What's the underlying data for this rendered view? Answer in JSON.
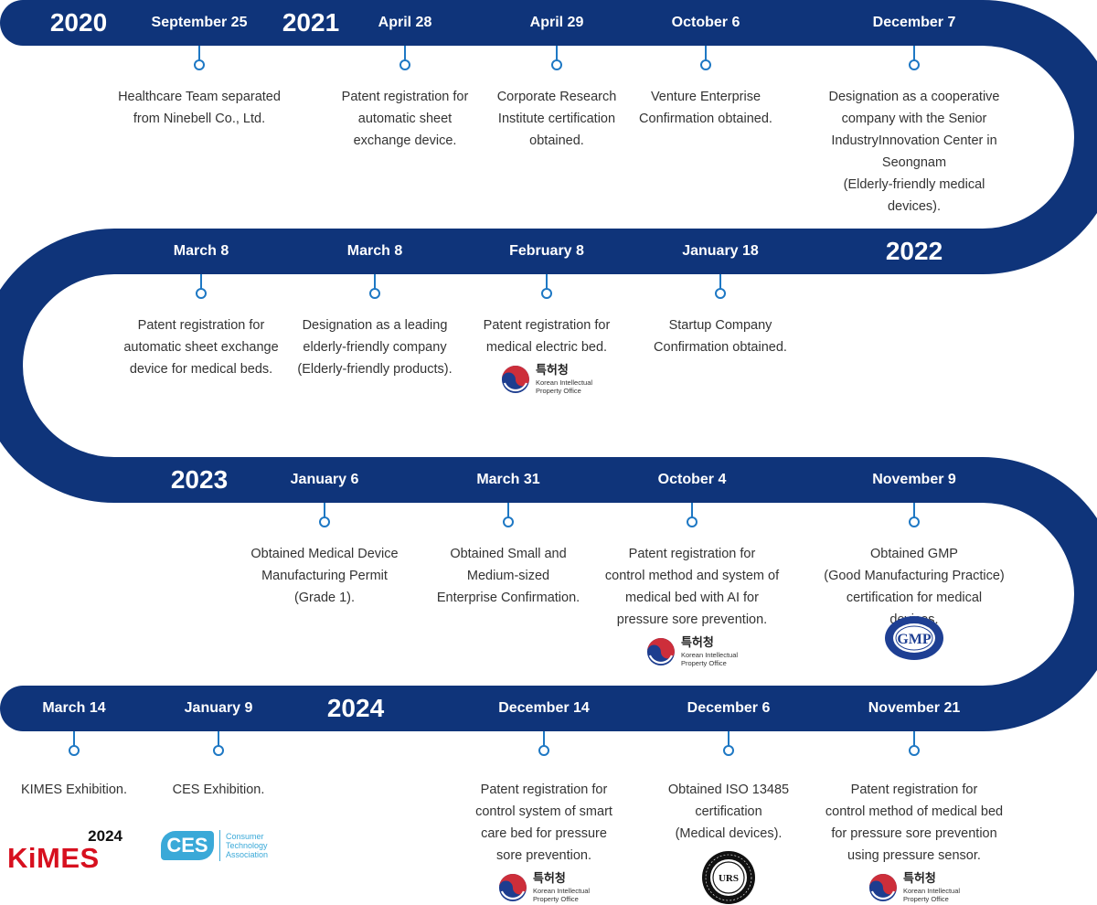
{
  "colors": {
    "band": "#0f347a",
    "accent": "#1e78c4",
    "text": "#333333",
    "kimes_red": "#d7101f",
    "ces_blue": "#3aa9d8"
  },
  "rows": [
    {
      "years": [
        {
          "label": "2020"
        },
        {
          "label": "2021"
        }
      ],
      "events": [
        {
          "date": "September 25",
          "text": "Healthcare Team separated\nfrom Ninebell Co., Ltd.",
          "logo": ""
        },
        {
          "date": "April 28",
          "text": "Patent registration for\nautomatic sheet\nexchange device.",
          "logo": ""
        },
        {
          "date": "April 29",
          "text": "Corporate Research\nInstitute certification\nobtained.",
          "logo": ""
        },
        {
          "date": "October 6",
          "text": "Venture Enterprise\nConfirmation obtained.",
          "logo": ""
        },
        {
          "date": "December 7",
          "text": "Designation as a cooperative\ncompany with the Senior\nIndustryInnovation Center in Seongnam\n(Elderly-friendly medical devices).",
          "logo": ""
        }
      ]
    },
    {
      "years": [
        {
          "label": "2022"
        }
      ],
      "events": [
        {
          "date": "March 8",
          "text": "Patent registration for\nautomatic sheet exchange\ndevice for medical beds.",
          "logo": ""
        },
        {
          "date": "March 8",
          "text": "Designation as a leading\nelderly-friendly company\n(Elderly-friendly products).",
          "logo": ""
        },
        {
          "date": "February 8",
          "text": "Patent registration for\nmedical electric bed.",
          "logo": "kipo"
        },
        {
          "date": "January 18",
          "text": "Startup Company\nConfirmation obtained.",
          "logo": ""
        }
      ]
    },
    {
      "years": [
        {
          "label": "2023"
        }
      ],
      "events": [
        {
          "date": "January 6",
          "text": "Obtained Medical Device\nManufacturing Permit\n(Grade 1).",
          "logo": ""
        },
        {
          "date": "March 31",
          "text": "Obtained Small and\nMedium-sized\nEnterprise Confirmation.",
          "logo": ""
        },
        {
          "date": "October 4",
          "text": "Patent registration for\ncontrol method and system of\nmedical bed with AI for\npressure sore prevention.",
          "logo": "kipo"
        },
        {
          "date": "November 9",
          "text": "Obtained GMP\n(Good Manufacturing Practice)\ncertification for medical devices.",
          "logo": "gmp"
        }
      ]
    },
    {
      "years": [
        {
          "label": "2024"
        }
      ],
      "events": [
        {
          "date": "March 14",
          "text": "KIMES Exhibition.",
          "logo": "kimes"
        },
        {
          "date": "January 9",
          "text": "CES Exhibition.",
          "logo": "ces"
        },
        {
          "date": "December 14",
          "text": "Patent registration for\ncontrol system of smart\ncare bed for pressure\nsore prevention.",
          "logo": "kipo"
        },
        {
          "date": "December 6",
          "text": "Obtained ISO 13485\ncertification\n(Medical devices).",
          "logo": "iso"
        },
        {
          "date": "November 21",
          "text": "Patent registration for\ncontrol method of medical bed\nfor pressure sore prevention\nusing pressure sensor.",
          "logo": "kipo"
        }
      ]
    }
  ],
  "logos": {
    "kipo": {
      "icon": "taegeuk-icon",
      "korean": "특허청",
      "english": "Korean Intellectual\nProperty Office"
    },
    "gmp": {
      "icon": "gmp-seal-icon",
      "text": "GMP"
    },
    "iso": {
      "icon": "iso-seal-icon",
      "text": "URS"
    },
    "kimes": {
      "icon": "kimes-logo",
      "year": "2024",
      "word": "KiMES"
    },
    "ces": {
      "icon": "ces-logo",
      "mark": "CES",
      "words": "Consumer\nTechnology\nAssociation"
    }
  }
}
